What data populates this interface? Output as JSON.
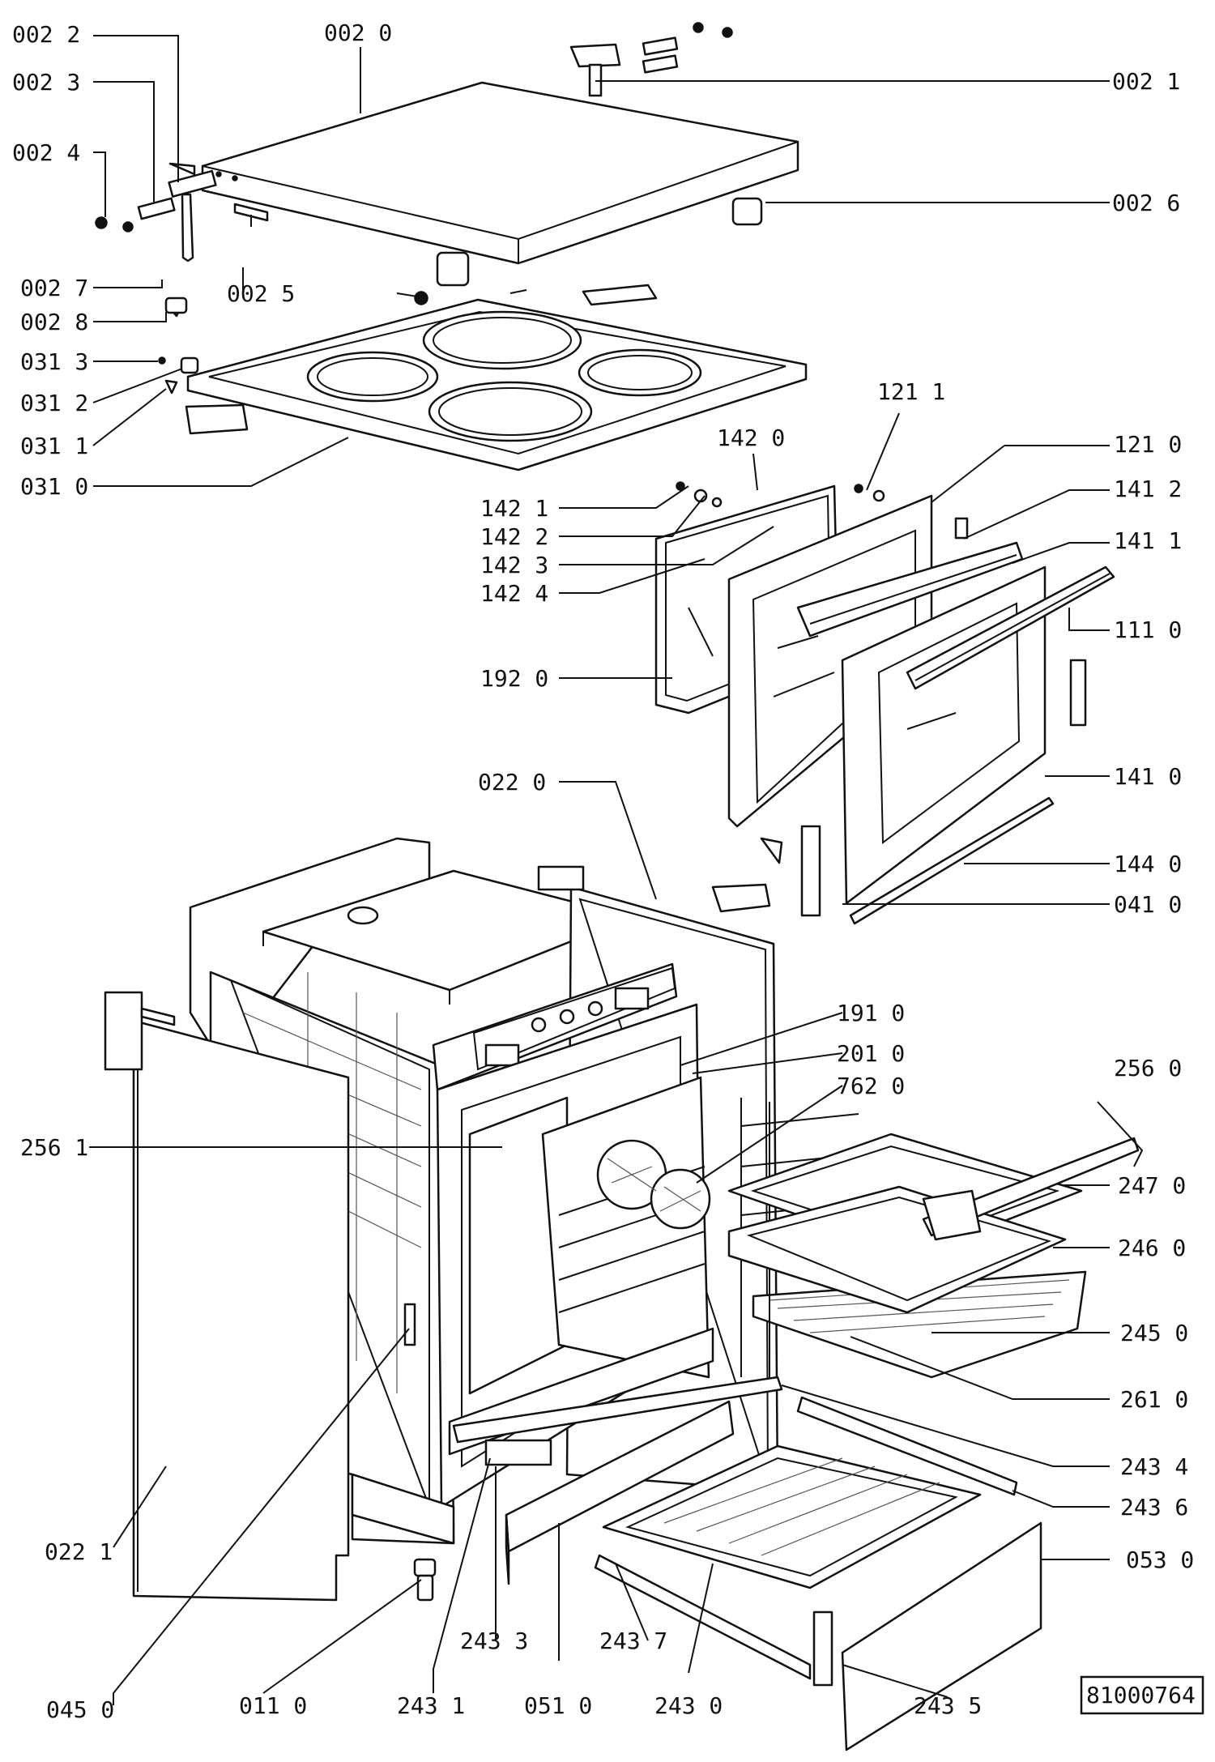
{
  "diagram": {
    "reference_code": "81000764",
    "labels": {
      "l0022": "002 2",
      "l0020": "002 0",
      "l0021": "002 1",
      "l0023": "002 3",
      "l0024": "002 4",
      "l0026": "002 6",
      "l0027": "002 7",
      "l0025": "002 5",
      "l0028": "002 8",
      "l0313": "031 3",
      "l0312": "031 2",
      "l0311": "031 1",
      "l0310": "031 0",
      "l1211": "121 1",
      "l1420": "142 0",
      "l1210": "121 0",
      "l1421": "142 1",
      "l1422": "142 2",
      "l1423": "142 3",
      "l1424": "142 4",
      "l1412": "141 2",
      "l1411": "141 1",
      "l1110": "111 0",
      "l1920": "192 0",
      "l0220": "022 0",
      "l1410": "141 0",
      "l1440": "144 0",
      "l0410": "041 0",
      "l1910": "191 0",
      "l2010": "201 0",
      "l7620": "762 0",
      "l2560": "256 0",
      "l2561": "256 1",
      "l2470": "247 0",
      "l2460": "246 0",
      "l2450": "245 0",
      "l2610": "261 0",
      "l2434": "243 4",
      "l2436": "243 6",
      "l0221": "022 1",
      "l0530": "053 0",
      "l2433": "243 3",
      "l2437": "243 7",
      "l0450": "045 0",
      "l0110": "011 0",
      "l2431": "243 1",
      "l0510": "051 0",
      "l2430": "243 0",
      "l2435": "243 5"
    }
  }
}
